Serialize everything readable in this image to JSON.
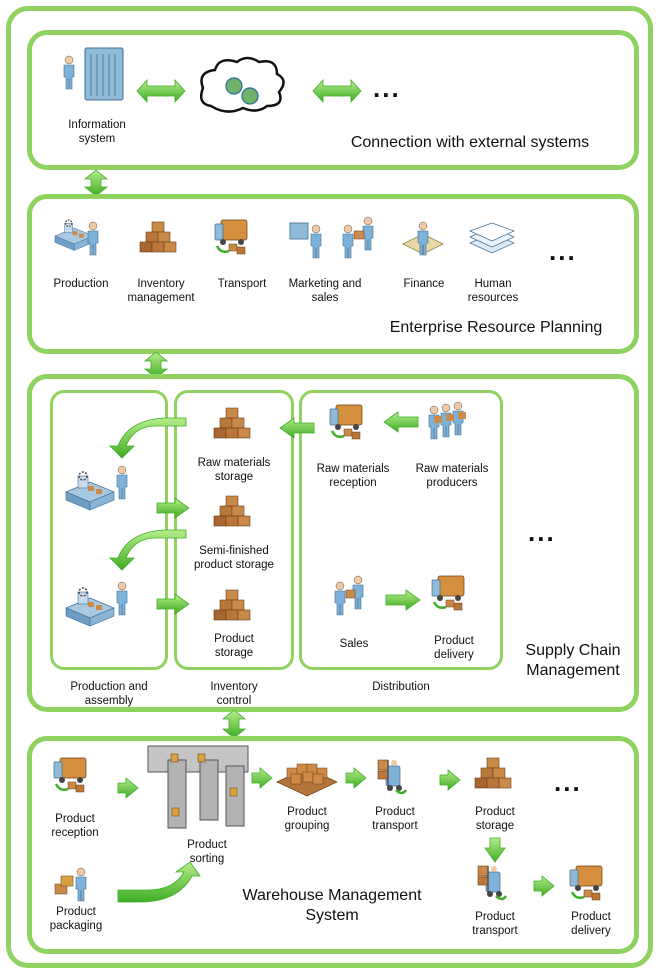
{
  "external": {
    "title": "Connection with external systems",
    "information_system": "Information\nsystem",
    "ellipsis": "..."
  },
  "erp": {
    "title": "Enterprise Resource Planning",
    "items": [
      "Production",
      "Inventory\nmanagement",
      "Transport",
      "Marketing and\nsales",
      "Finance",
      "Human\nresources"
    ],
    "ellipsis": "..."
  },
  "scm": {
    "title": "Supply Chain\nManagement",
    "ellipsis": "...",
    "production_label": "Production and\nassembly",
    "inventory_label": "Inventory\ncontrol",
    "distribution_label": "Distribution",
    "raw_storage": "Raw materials\nstorage",
    "semi_storage": "Semi-finished\nproduct storage",
    "product_storage": "Product\nstorage",
    "raw_reception": "Raw materials\nreception",
    "raw_producers": "Raw materials\nproducers",
    "sales": "Sales",
    "product_delivery": "Product\ndelivery"
  },
  "wms": {
    "title": "Warehouse Management\nSystem",
    "ellipsis": "...",
    "product_reception": "Product\nreception",
    "product_sorting": "Product\nsorting",
    "product_grouping": "Product\ngrouping",
    "product_transport_1": "Product\ntransport",
    "product_storage": "Product\nstorage",
    "product_packaging": "Product\npackaging",
    "product_transport_2": "Product\ntransport",
    "product_delivery": "Product\ndelivery"
  },
  "colors": {
    "frame_green": "#8fd260",
    "arrow_green": "#5cc83a",
    "box_brown": "#b9773a",
    "person_blue": "#7fb2d8"
  }
}
